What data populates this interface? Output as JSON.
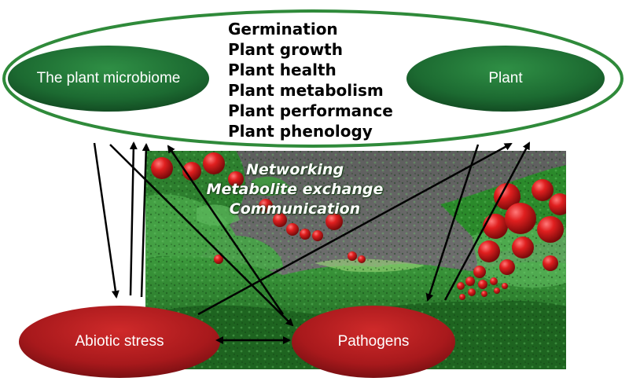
{
  "nodes": {
    "microbiome": "The plant microbiome",
    "plant": "Plant",
    "abiotic_stress": "Abiotic stress",
    "pathogens": "Pathogens"
  },
  "outcomes": [
    "Germination",
    "Plant growth",
    "Plant health",
    "Plant metabolism",
    "Plant performance",
    "Plant phenology"
  ],
  "interactions": [
    "Networking",
    "Metabolite exchange",
    "Communication"
  ],
  "colors": {
    "green_node": "#1f6e33",
    "red_node": "#b51e24",
    "outer_ellipse": "#2f8a3a",
    "arrow": "#000000",
    "background_sky": "#6f6f6f",
    "microbe_spheres": "#d11a1a"
  },
  "icons": [
    "microbial-scene-image",
    "arrow"
  ]
}
